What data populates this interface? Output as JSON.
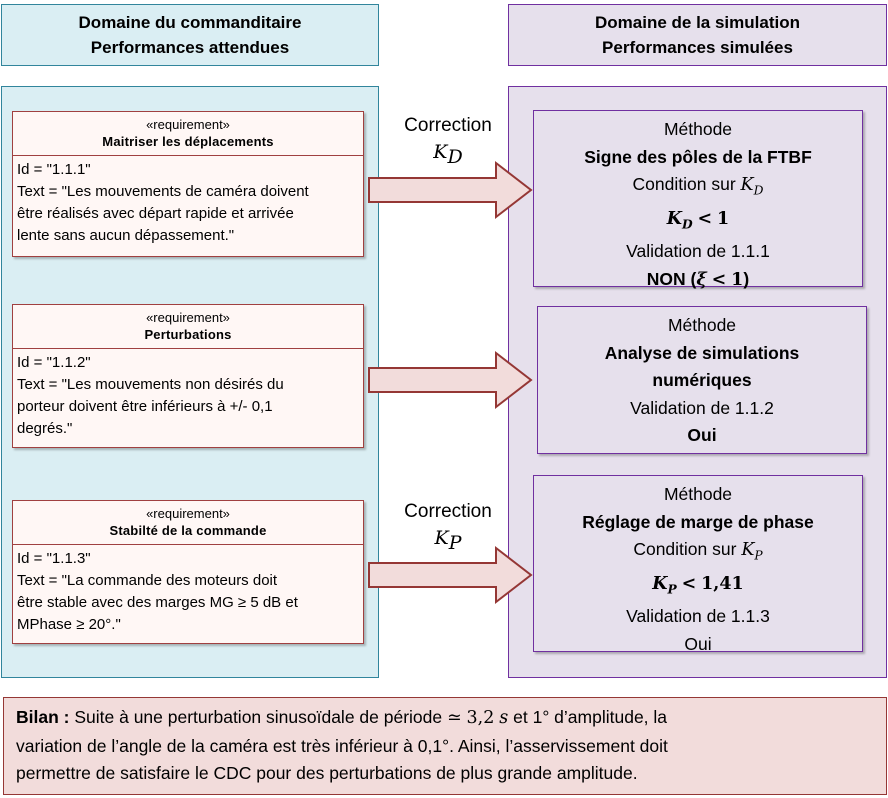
{
  "header_left": {
    "line1": "Domaine du commanditaire",
    "line2": "Performances attendues"
  },
  "header_right": {
    "line1": "Domaine de la simulation",
    "line2": "Performances simulées"
  },
  "requirements": [
    {
      "stereotype": "«requirement»",
      "name": "Maitriser les déplacements",
      "id": "Id = \"1.1.1\"",
      "text": [
        "Text = \"Les mouvements de caméra doivent",
        "être réalisés avec départ rapide et arrivée",
        "lente sans aucun dépassement.\""
      ]
    },
    {
      "stereotype": "«requirement»",
      "name": "Perturbations",
      "id": "Id = \"1.1.2\"",
      "text": [
        "Text = \"Les mouvements non désirés du",
        "porteur doivent être inférieurs à +/- 0,1",
        "degrés.\""
      ]
    },
    {
      "stereotype": "«requirement»",
      "name": "Stabilté de la commande",
      "id": "Id = \"1.1.3\"",
      "text": [
        "Text = \"La commande des moteurs doit",
        "être stable avec des marges MG ≥ 5 dB et",
        "MPhase ≥ 20°.\""
      ]
    }
  ],
  "corrections": [
    {
      "label": "Correction",
      "symbol": "K",
      "sub": "D"
    },
    {
      "label": "Correction",
      "symbol": "K",
      "sub": "P"
    }
  ],
  "methods": [
    {
      "title": "Méthode",
      "name": "Signe des pôles de la FTBF",
      "cond_label": "Condition sur",
      "cond_symbol": "K",
      "cond_sub": "D",
      "ineq_symbol": "K",
      "ineq_sub": "D",
      "ineq_op": "<",
      "ineq_val": "1",
      "validation": "Validation de 1.1.1",
      "result_prefix": "NON (",
      "result_symbol": "ξ",
      "result_op": "<",
      "result_val": "1",
      "result_suffix": ")"
    },
    {
      "title": "Méthode",
      "name_line1": "Analyse de simulations",
      "name_line2": "numériques",
      "validation": "Validation de 1.1.2",
      "result": "Oui"
    },
    {
      "title": "Méthode",
      "name": "Réglage de marge de phase",
      "cond_label": "Condition sur",
      "cond_symbol": "K",
      "cond_sub": "P",
      "ineq_symbol": "K",
      "ineq_sub": "P",
      "ineq_op": "<",
      "ineq_val": "1,41",
      "validation": "Validation de 1.1.3",
      "result": "Oui"
    }
  ],
  "bilan": {
    "label": "Bilan :",
    "line1_a": "Suite à une perturbation sinusoïdale de période",
    "approx": "≃",
    "period": "3,2",
    "unit": "s",
    "line1_b": "et 1° d’amplitude, la",
    "line2": "variation de l’angle de la caméra est très inférieur à 0,1°. Ainsi, l’asservissement doit",
    "line3": "permettre de satisfaire le CDC pour des perturbations de plus grande amplitude."
  },
  "colors": {
    "blue_fill": "#daeef3",
    "blue_border": "#31859c",
    "purple_fill": "#e6e0ec",
    "purple_border": "#7030a0",
    "req_fill": "#fff7f5",
    "req_border": "#a04040",
    "bilan_fill": "#f2dcdb",
    "bilan_border": "#953735",
    "arrow_fill": "#f2dcdb",
    "arrow_border": "#953735"
  }
}
